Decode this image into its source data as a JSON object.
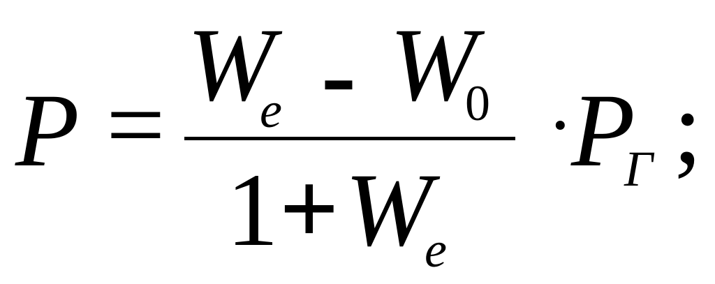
{
  "formula": {
    "lhs": "P",
    "equals": "=",
    "numerator": {
      "term1": "W",
      "term1_sub": "e",
      "minus": "-",
      "term2": "W",
      "term2_sub": "0"
    },
    "denominator": {
      "one": "1",
      "plus": "+",
      "term": "W",
      "term_sub": "e"
    },
    "dot": "·",
    "rhs": "P",
    "rhs_sub": "Γ",
    "terminator": ";"
  }
}
